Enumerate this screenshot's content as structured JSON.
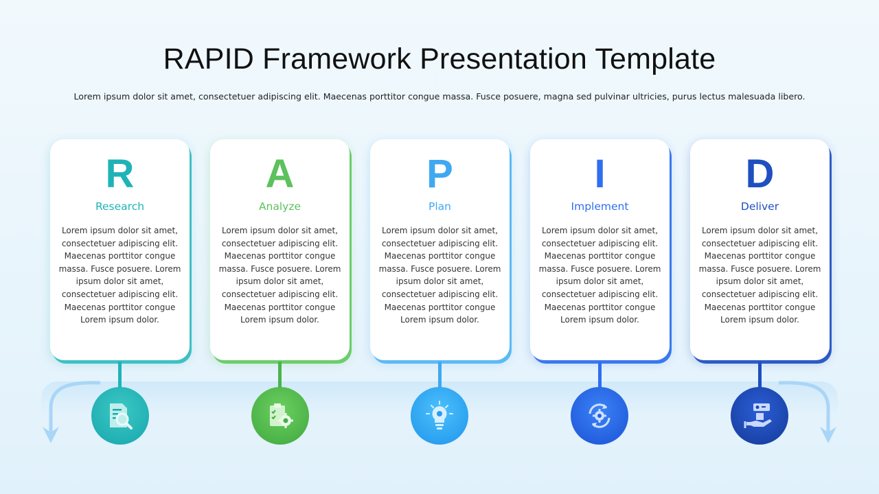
{
  "header": {
    "title": "RAPID Framework Presentation Template",
    "subtitle": "Lorem ipsum dolor sit amet, consectetuer adipiscing elit. Maecenas porttitor congue massa. Fusce posuere, magna sed pulvinar ultricies, purus lectus malesuada libero."
  },
  "steps": [
    {
      "letter": "R",
      "heading": "Research",
      "text": "Lorem ipsum dolor sit amet, consectetuer adipiscing elit. Maecenas porttitor congue massa. Fusce posuere. Lorem ipsum dolor sit amet, consectetuer adipiscing elit. Maecenas porttitor congue Lorem ipsum dolor.",
      "icon": "research-document-icon",
      "color": "#1fb3b8"
    },
    {
      "letter": "A",
      "heading": "Analyze",
      "text": "Lorem ipsum dolor sit amet, consectetuer adipiscing elit. Maecenas porttitor congue massa. Fusce posuere. Lorem ipsum dolor sit amet, consectetuer adipiscing elit. Maecenas porttitor congue Lorem ipsum dolor.",
      "icon": "clipboard-gear-icon",
      "color": "#5dc15d"
    },
    {
      "letter": "P",
      "heading": "Plan",
      "text": "Lorem ipsum dolor sit amet, consectetuer adipiscing elit. Maecenas porttitor congue massa. Fusce posuere. Lorem ipsum dolor sit amet, consectetuer adipiscing elit. Maecenas porttitor congue Lorem ipsum dolor.",
      "icon": "lightbulb-gear-icon",
      "color": "#3fa9f0"
    },
    {
      "letter": "I",
      "heading": "Implement",
      "text": "Lorem ipsum dolor sit amet, consectetuer adipiscing elit. Maecenas porttitor congue massa. Fusce posuere. Lorem ipsum dolor sit amet, consectetuer adipiscing elit. Maecenas porttitor congue Lorem ipsum dolor.",
      "icon": "gear-cycle-icon",
      "color": "#2f6ff0"
    },
    {
      "letter": "D",
      "heading": "Deliver",
      "text": "Lorem ipsum dolor sit amet, consectetuer adipiscing elit. Maecenas porttitor congue massa. Fusce posuere. Lorem ipsum dolor sit amet, consectetuer adipiscing elit. Maecenas porttitor congue Lorem ipsum dolor.",
      "icon": "hand-delivery-icon",
      "color": "#1f4fc0"
    }
  ]
}
